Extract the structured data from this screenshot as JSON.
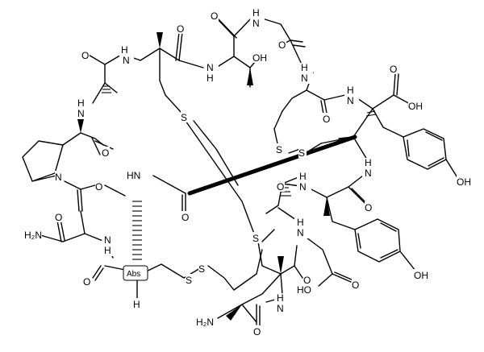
{
  "atom_labels": {
    "nh_1": "N",
    "nh_1h": "H",
    "nh_2": "H",
    "nh_2n": "N",
    "oh_thr": "OH",
    "o_1": "O",
    "o_2": "O",
    "o_3": "O",
    "o_4": "O",
    "o_5": "O",
    "nh_3": "N",
    "nh_3h": "H",
    "nh_4": "H",
    "nh_4n": "N",
    "nh_5": "H",
    "nh_5n": "N",
    "nh_6": "N",
    "nh_6h": "H",
    "oh_acid": "OH",
    "o_acid": "O",
    "o_6": "O",
    "s_1": "S",
    "s_2": "S",
    "s_3": "S",
    "n_pro": "N",
    "o_pro": "O",
    "nh_7": "N",
    "nh_7h": "H",
    "nh_8": "N",
    "nh_8h": "H",
    "nh2_amide": "H₂N",
    "o_amide": "O",
    "o_7": "O",
    "nh_9": "N",
    "nh_9h": "H",
    "o_8": "O",
    "nh_10": "HN",
    "o_9": "O",
    "oh_phe1": "OH",
    "oh_phe2": "OH",
    "nh_11": "N",
    "nh_11h": "H",
    "o_10": "O",
    "nh_12": "H",
    "nh_12n": "N",
    "s_4": "S",
    "s_5": "S",
    "s_6": "S",
    "o_11": "O",
    "nh_13": "N",
    "nh_13h": "H",
    "o_12": "O",
    "ho_glu": "HO",
    "o_glu": "O",
    "nh2_term": "H₂N",
    "nh_14": "N",
    "nh_14h": "H",
    "o_13": "O",
    "h_abs": "H",
    "abs": "Abs"
  }
}
